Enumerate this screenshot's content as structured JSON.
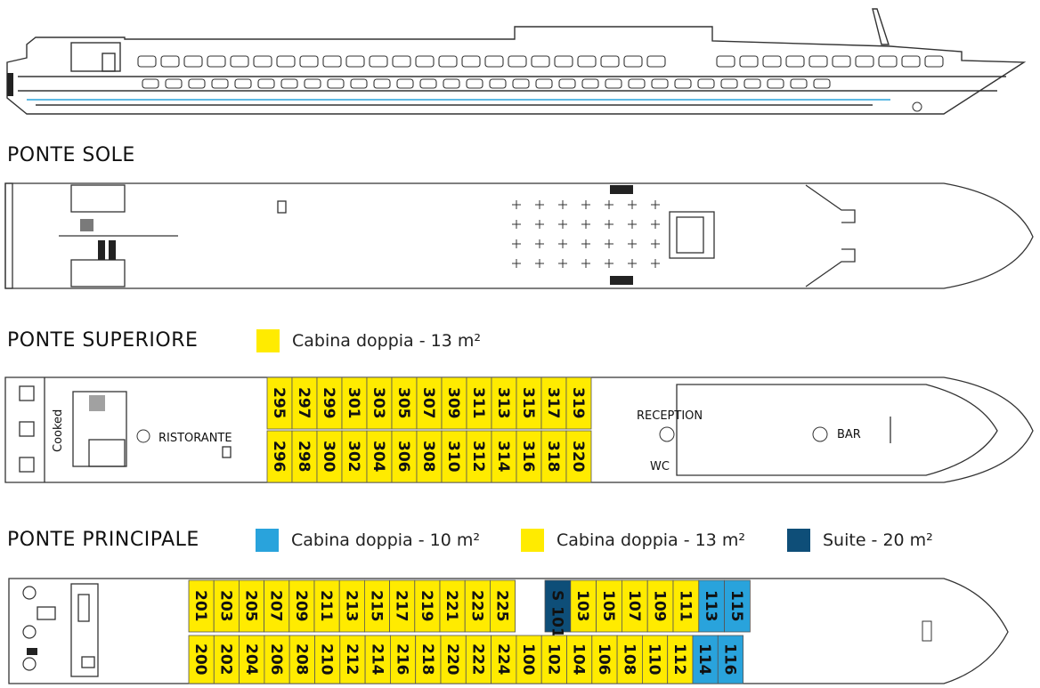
{
  "colors": {
    "yellow": "#FFEB00",
    "light_blue": "#29A3DC",
    "dark_blue": "#0E4E78",
    "outline": "#333333"
  },
  "decks": {
    "sole": {
      "title": "PONTE SOLE"
    },
    "superiore": {
      "title": "PONTE SUPERIORE",
      "legend": [
        {
          "label": "Cabina doppia  - 13 m²",
          "color": "#FFEB00"
        }
      ],
      "top_cabins": [
        "295",
        "297",
        "299",
        "301",
        "303",
        "305",
        "307",
        "309",
        "311",
        "313",
        "315",
        "317",
        "319"
      ],
      "bottom_cabins": [
        "296",
        "298",
        "300",
        "302",
        "304",
        "306",
        "308",
        "310",
        "312",
        "314",
        "316",
        "318",
        "320"
      ],
      "labels": {
        "cooked": "Cooked",
        "ristorante": "RISTORANTE",
        "reception": "RECEPTION",
        "wc": "WC",
        "bar": "BAR"
      }
    },
    "principale": {
      "title": "PONTE PRINCIPALE",
      "legend": [
        {
          "label": "Cabina doppia  - 10 m²",
          "color": "#29A3DC"
        },
        {
          "label": "Cabina doppia  - 13 m²",
          "color": "#FFEB00"
        },
        {
          "label": "Suite - 20 m²",
          "color": "#0E4E78"
        }
      ],
      "top_cabins": [
        "201",
        "203",
        "205",
        "207",
        "209",
        "211",
        "213",
        "215",
        "217",
        "219",
        "221",
        "223",
        "225",
        "S 101",
        "103",
        "105",
        "107",
        "109",
        "111",
        "113",
        "115"
      ],
      "bottom_cabins": [
        "200",
        "202",
        "204",
        "206",
        "208",
        "210",
        "212",
        "214",
        "216",
        "218",
        "220",
        "222",
        "224",
        "100",
        "102",
        "104",
        "106",
        "108",
        "110",
        "112",
        "114",
        "116"
      ]
    }
  }
}
